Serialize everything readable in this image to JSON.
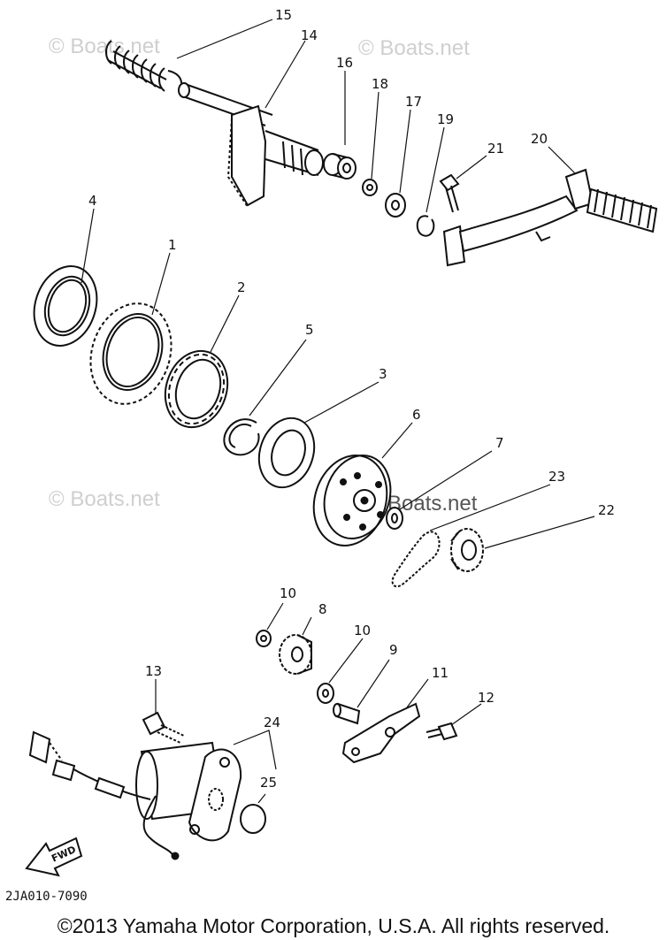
{
  "watermarks": [
    "© Boats.net",
    "© Boats.net",
    "© Boats.net",
    "Boats.net"
  ],
  "diagram_code": "2JA010-7090",
  "fwd_label": "FWD",
  "copyright": "©2013 Yamaha Motor Corporation, U.S.A. All rights reserved.",
  "callouts": {
    "p1": "1",
    "p2": "2",
    "p3": "3",
    "p4": "4",
    "p5": "5",
    "p6": "6",
    "p7": "7",
    "p8": "8",
    "p9": "9",
    "p10a": "10",
    "p10b": "10",
    "p11": "11",
    "p12": "12",
    "p13": "13",
    "p14": "14",
    "p15": "15",
    "p16": "16",
    "p17": "17",
    "p18": "18",
    "p19": "19",
    "p20": "20",
    "p21": "21",
    "p22": "22",
    "p23": "23",
    "p24": "24",
    "p25": "25"
  }
}
